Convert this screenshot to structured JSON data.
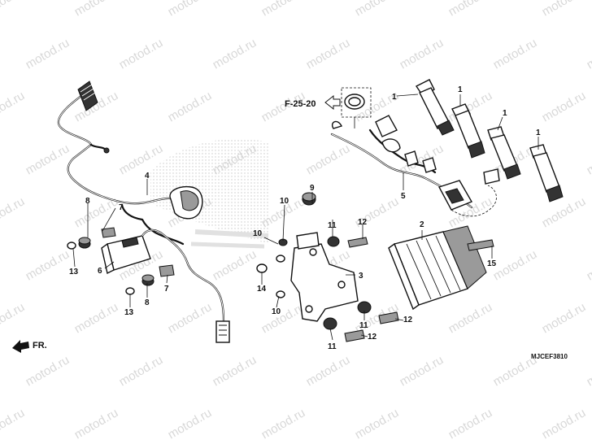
{
  "watermark": {
    "text": "motod.ru",
    "color": "#b9b9b9"
  },
  "diagram": {
    "reference_label": "F-25-20",
    "drawing_code": "MJCEF3810",
    "direction_label": "FR."
  },
  "callouts": [
    {
      "id": "c1a",
      "text": "1"
    },
    {
      "id": "c1b",
      "text": "1"
    },
    {
      "id": "c1c",
      "text": "1"
    },
    {
      "id": "c1d",
      "text": "1"
    },
    {
      "id": "c2",
      "text": "2"
    },
    {
      "id": "c3",
      "text": "3"
    },
    {
      "id": "c4",
      "text": "4"
    },
    {
      "id": "c5",
      "text": "5"
    },
    {
      "id": "c6",
      "text": "6"
    },
    {
      "id": "c7a",
      "text": "7"
    },
    {
      "id": "c7b",
      "text": "7"
    },
    {
      "id": "c8a",
      "text": "8"
    },
    {
      "id": "c8b",
      "text": "8"
    },
    {
      "id": "c9",
      "text": "9"
    },
    {
      "id": "c10a",
      "text": "10"
    },
    {
      "id": "c10b",
      "text": "10"
    },
    {
      "id": "c10c",
      "text": "10"
    },
    {
      "id": "c11a",
      "text": "11"
    },
    {
      "id": "c11b",
      "text": "11"
    },
    {
      "id": "c11c",
      "text": "11"
    },
    {
      "id": "c12a",
      "text": "12"
    },
    {
      "id": "c12b",
      "text": "12"
    },
    {
      "id": "c12c",
      "text": "12"
    },
    {
      "id": "c13a",
      "text": "13"
    },
    {
      "id": "c13b",
      "text": "13"
    },
    {
      "id": "c14",
      "text": "14"
    },
    {
      "id": "c15",
      "text": "15"
    }
  ]
}
